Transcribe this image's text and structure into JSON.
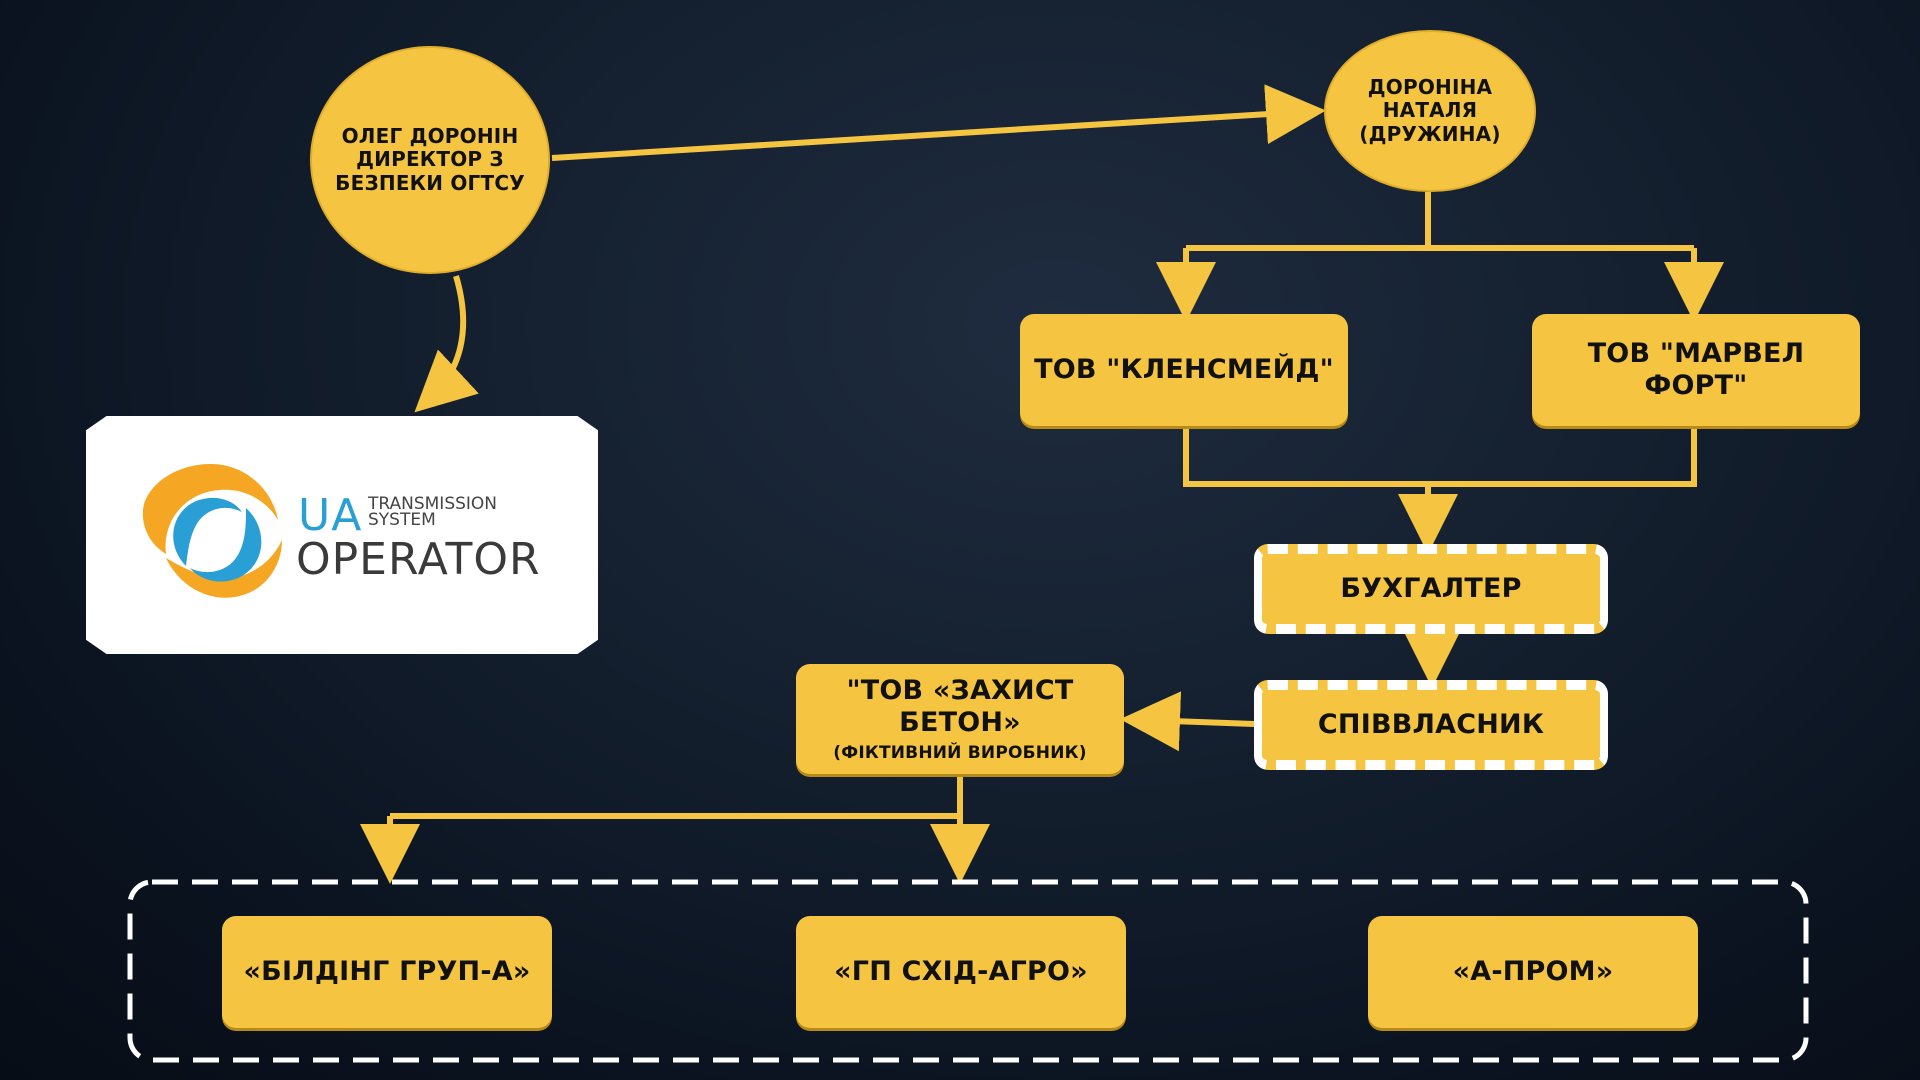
{
  "nodes": {
    "oleg": "ОЛЕГ ДОРОНІН\nДИРЕКТОР З\nБЕЗПЕКИ ОГТСУ",
    "natalia": "ДОРОНІНА\nНАТАЛЯ\n(ДРУЖИНА)",
    "klensmeid": "ТОВ \"КЛЕНСМЕЙД\"",
    "marvel": "ТОВ \"МАРВЕЛ ФОРТ\"",
    "accountant": "БУХГАЛТЕР",
    "coowner": "СПІВВЛАСНИК",
    "zakhyst_title": "\"ТОВ «ЗАХИСТ БЕТОН»",
    "zakhyst_sub": "(ФІКТИВНИЙ ВИРОБНИК)",
    "bilding": "«БІЛДІНГ ГРУП-А»",
    "skhid": "«ГП СХІД-АГРО»",
    "aprom": "«А-ПРОМ»"
  },
  "logo": {
    "ua": "UA",
    "transmission": "TRANSMISSION",
    "system": "SYSTEM",
    "operator": "OPERATOR"
  },
  "colors": {
    "accent": "#f5c542",
    "background": "#0b1320",
    "logo_orange": "#f5a623",
    "logo_blue": "#2a9fd6"
  },
  "icons": [
    "ua-tso-logo-icon"
  ]
}
